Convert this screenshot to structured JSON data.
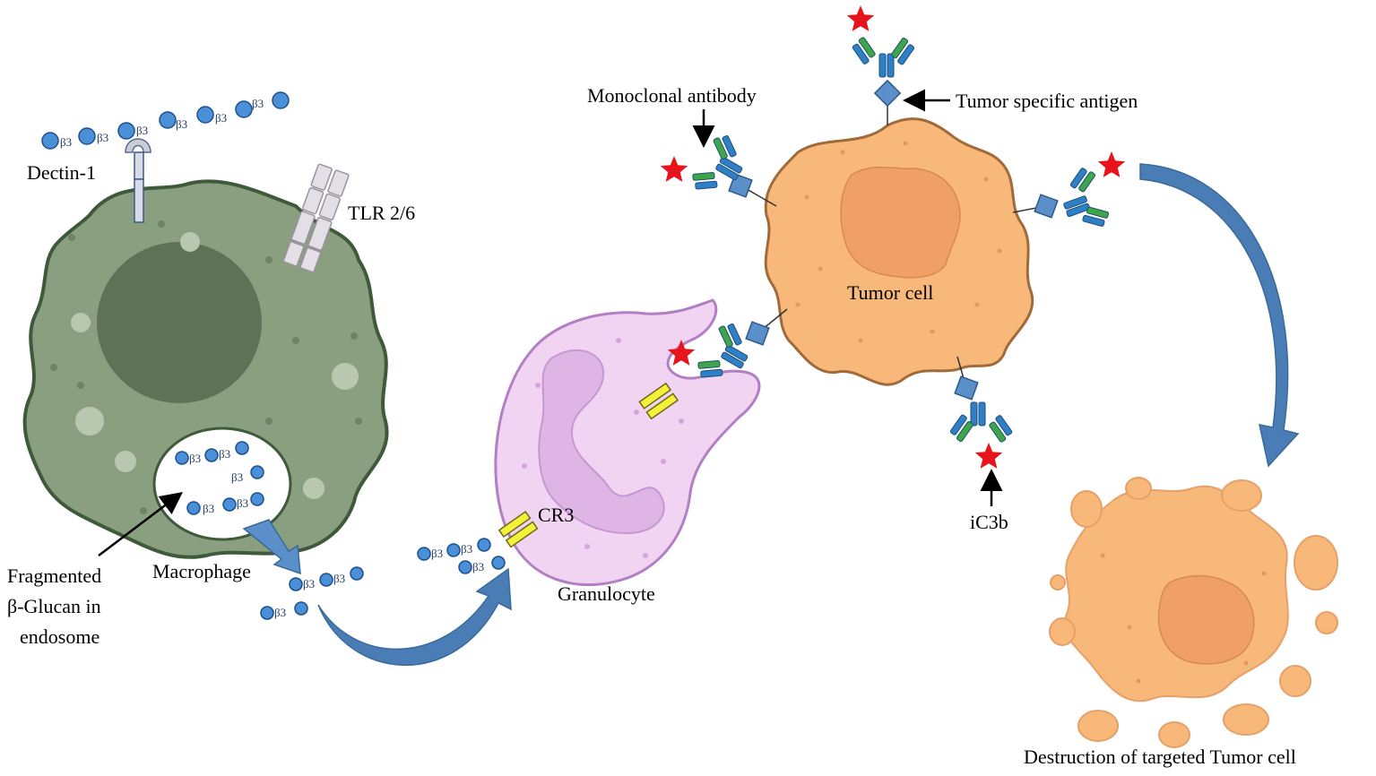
{
  "labels": {
    "dectin": "Dectin-1",
    "tlr": "TLR 2/6",
    "macrophage": "Macrophage",
    "fragmented_1": "Fragmented",
    "fragmented_2": "β-Glucan in",
    "fragmented_3": "endosome",
    "cr3": "CR3",
    "granulocyte": "Granulocyte",
    "monoclonal": "Monoclonal antibody",
    "tumor_antigen": "Tumor specific antigen",
    "tumor_cell": "Tumor cell",
    "ic3b": "iC3b",
    "destruction": "Destruction of targeted Tumor cell"
  },
  "glucan_unit": "β3",
  "colors": {
    "macrophage": "#8a9f80",
    "macrophage_outline": "#3e5a3a",
    "nucleus_dark": "#5e7258",
    "granulocyte": "#f0d4f2",
    "granulocyte_outline": "#b37fc4",
    "tumor": "#f7b87a",
    "tumor_outline": "#a06a3a",
    "tumor_nucleus": "#f0a066",
    "glucan": "#4a90d9",
    "arrow": "#4a7db5",
    "cr3": "#f5f03a",
    "star": "#e8141c",
    "antigen": "#5b8fc9"
  }
}
